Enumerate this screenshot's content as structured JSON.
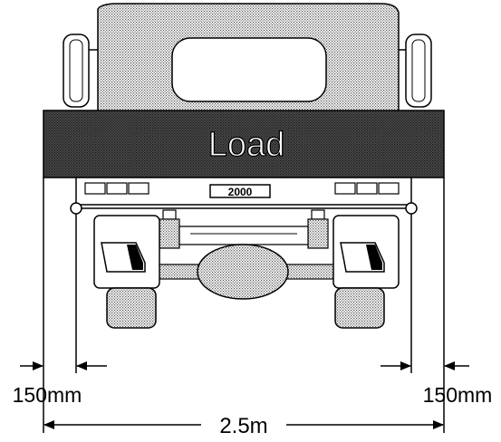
{
  "labels": {
    "load": "Load",
    "plate": "2000",
    "left_offset": "150mm",
    "right_offset": "150mm",
    "total_width": "2.5m"
  },
  "colors": {
    "ink": "#000000",
    "cab_fill": "#d8d8d8",
    "load_fill": "#3a3a3a",
    "paper": "#ffffff"
  }
}
